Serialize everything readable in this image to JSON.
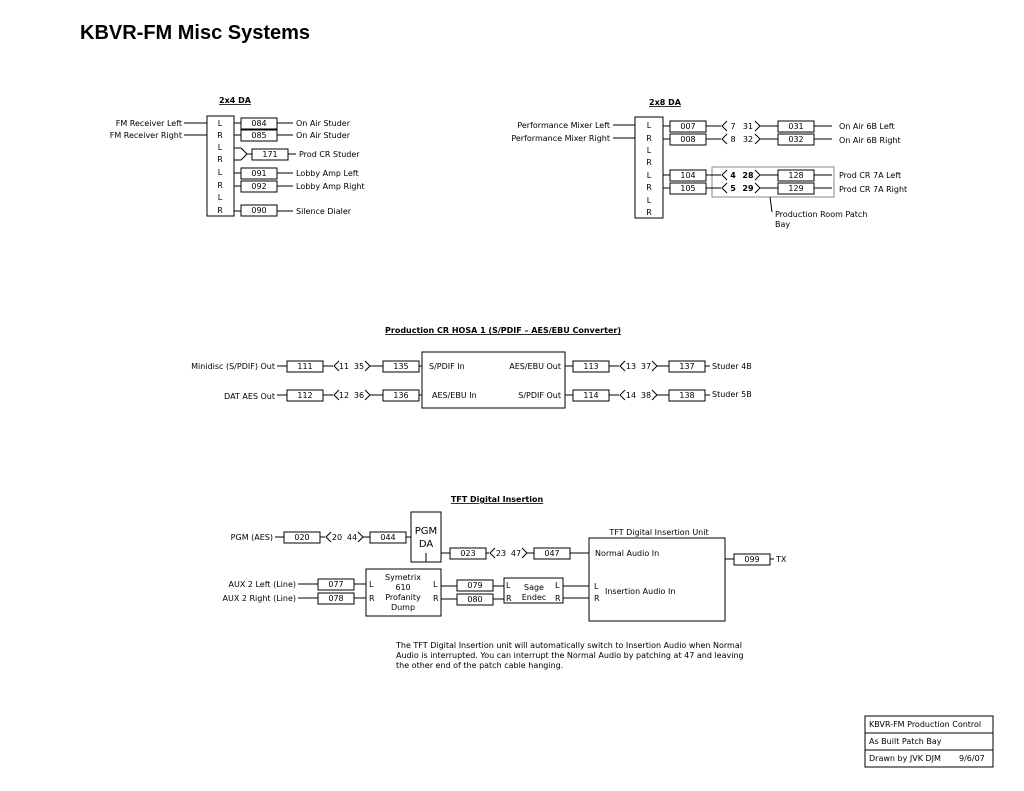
{
  "title": "KBVR-FM Misc Systems",
  "da2x4": {
    "header": "2x4 DA",
    "inputs": [
      "FM Receiver Left",
      "FM Receiver Right"
    ],
    "lr": [
      "L",
      "R",
      "L",
      "R",
      "L",
      "R",
      "L",
      "R"
    ],
    "outputs": [
      {
        "jack": "084",
        "label": "On Air Studer"
      },
      {
        "jack": "085",
        "label": "On Air Studer"
      },
      {
        "jack": "171",
        "label": "Prod CR Studer"
      },
      {
        "jack": "091",
        "label": "Lobby Amp Left"
      },
      {
        "jack": "092",
        "label": "Lobby Amp Right"
      },
      {
        "jack": "090",
        "label": "Silence Dialer"
      }
    ]
  },
  "da2x8": {
    "header": "2x8 DA",
    "inputs": [
      "Performance Mixer Left",
      "Performance Mixer Right"
    ],
    "lr": [
      "L",
      "R",
      "L",
      "R",
      "L",
      "R",
      "L",
      "R"
    ],
    "rows": [
      {
        "jack": "007",
        "n1": "7",
        "n2": "31",
        "out": "031",
        "label": "On Air 6B Left"
      },
      {
        "jack": "008",
        "n1": "8",
        "n2": "32",
        "out": "032",
        "label": "On Air 6B Right"
      },
      {
        "jack": "104",
        "n1": "4",
        "n2": "28",
        "out": "128",
        "label": "Prod CR 7A Left"
      },
      {
        "jack": "105",
        "n1": "5",
        "n2": "29",
        "out": "129",
        "label": "Prod CR 7A Right"
      }
    ],
    "patch_note": [
      "Production Room Patch",
      "Bay"
    ]
  },
  "hosa": {
    "header": "Production CR HOSA 1  (S/PDIF – AES/EBU Converter)",
    "rows": [
      {
        "src": "Minidisc (S/PDIF) Out",
        "j1": "111",
        "n1": "11",
        "n2": "35",
        "j2": "135",
        "in": "S/PDIF In",
        "out": "AES/EBU Out",
        "j3": "113",
        "n3": "13",
        "n4": "37",
        "j4": "137",
        "dest": "Studer 4B"
      },
      {
        "src": "DAT AES Out",
        "j1": "112",
        "n1": "12",
        "n2": "36",
        "j2": "136",
        "in": "AES/EBU In",
        "out": "S/PDIF Out",
        "j3": "114",
        "n3": "14",
        "n4": "38",
        "j4": "138",
        "dest": "Studer 5B"
      }
    ]
  },
  "tft": {
    "header": "TFT Digital Insertion",
    "pgm_src": "PGM (AES)",
    "j020": "020",
    "n20": "20",
    "n44": "44",
    "j044": "044",
    "pgm_da": [
      "PGM",
      "DA"
    ],
    "j023": "023",
    "n23": "23",
    "n47": "47",
    "j047": "047",
    "unit_title": "TFT Digital Insertion Unit",
    "normal_in": "Normal Audio In",
    "insertion_in": "Insertion Audio In",
    "j099": "099",
    "tx": "TX",
    "aux_left": "AUX 2 Left (Line)",
    "aux_right": "AUX 2 Right (Line)",
    "j077": "077",
    "j078": "078",
    "symetrix": [
      "Symetrix",
      "610",
      "Profanity",
      "Dump"
    ],
    "j079": "079",
    "j080": "080",
    "sage": [
      "Sage",
      "Endec"
    ],
    "L": "L",
    "R": "R",
    "note": [
      "The TFT Digital Insertion unit will automatically switch to Insertion Audio when Normal",
      "Audio is interrupted.  You can interrupt the Normal Audio by patching at 47 and leaving",
      "the other end of the patch cable hanging."
    ]
  },
  "title_block": {
    "line1": "KBVR-FM Production Control",
    "line2": "As Built Patch Bay",
    "drawn": "Drawn by JVK DJM",
    "date": "9/6/07"
  }
}
